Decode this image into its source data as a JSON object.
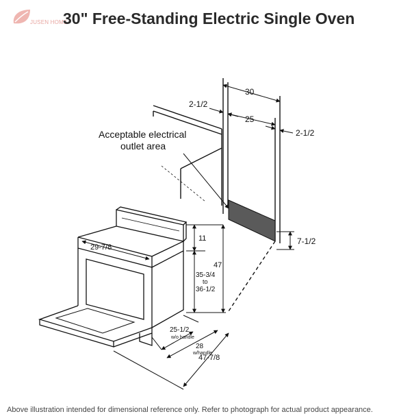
{
  "brand": {
    "logo_text": "JUSEN HOME",
    "logo_color": "#e8a7a2"
  },
  "title": "30\" Free-Standing Electric Single Oven",
  "caption": "Above illustration intended for dimensional reference only. Refer to photograph for actual product appearance.",
  "callout": {
    "line1": "Acceptable electrical",
    "line2": "outlet area"
  },
  "dimensions": {
    "cabinet_width": "30",
    "opening_width": "25",
    "side_clearance_left": "2-1/2",
    "side_clearance_right": "2-1/2",
    "outlet_height": "7-1/2",
    "cooktop_depth": "29-7/8",
    "backguard_height": "11",
    "counter_height_a": "35-3/4",
    "counter_height_to": "to",
    "counter_height_b": "36-1/2",
    "overall_height": "47",
    "depth_no_handle": "25-1/2",
    "depth_no_handle_note": "w/o handle",
    "depth_handle": "28",
    "depth_handle_note": "w/handle",
    "depth_door_open": "47-7/8"
  }
}
